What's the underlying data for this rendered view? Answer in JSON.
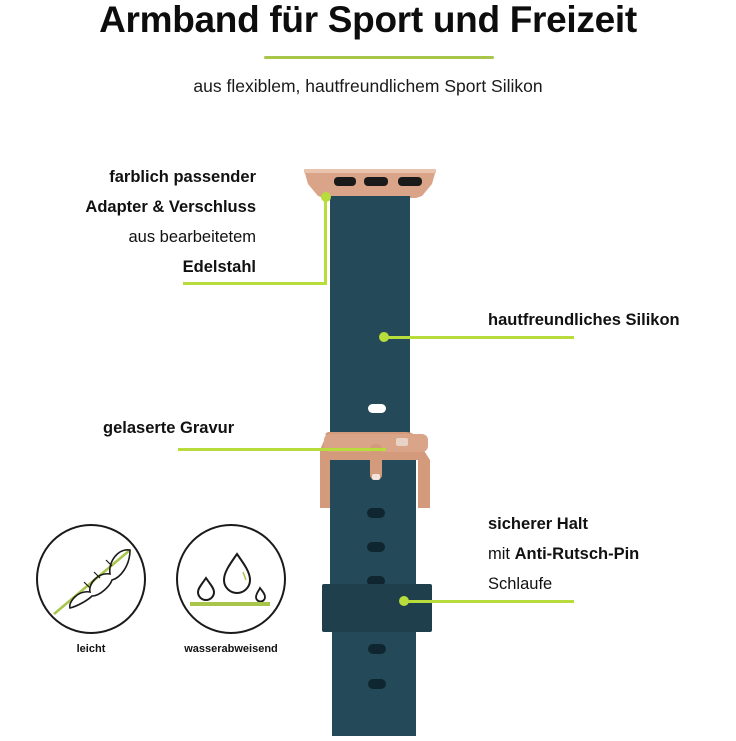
{
  "header": {
    "title": "Armband für Sport und Freizeit",
    "subtitle": "aus flexiblem, hautfreundlichem Sport Silikon"
  },
  "callouts": {
    "adapter": {
      "line1": "farblich passender",
      "line2": "Adapter & Verschluss",
      "line3": "aus bearbeitetem",
      "line4": "Edelstahl"
    },
    "silicone": {
      "label": "hautfreundliches Silikon"
    },
    "engraving": {
      "label": "gelaserte Gravur"
    },
    "loop": {
      "line1": "sicherer Halt",
      "line2_prefix": "mit",
      "line2_bold": "Anti-Rutsch-Pin",
      "line3": "Schlaufe"
    }
  },
  "features": [
    {
      "icon": "feather-icon",
      "label": "leicht"
    },
    {
      "icon": "water-drops-icon",
      "label": "wasserabweisend"
    }
  ],
  "colors": {
    "accent": "#b7dc3c",
    "strap": "#244a5a",
    "rose_gold": "#d9a487"
  }
}
